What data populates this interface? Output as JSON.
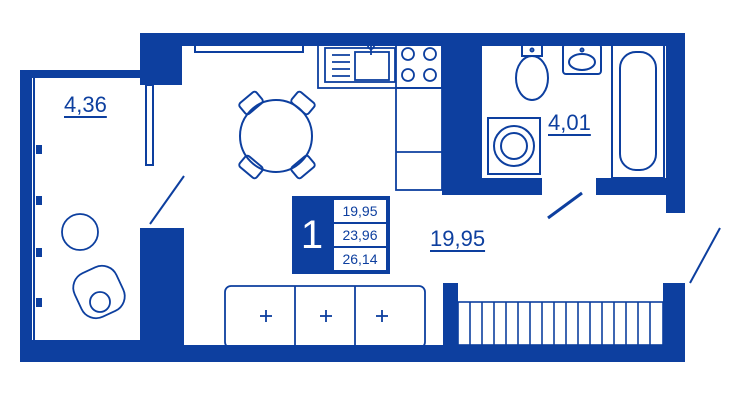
{
  "plan": {
    "total_area": "19,95",
    "room_count": "1",
    "areas": [
      "19,95",
      "23,96",
      "26,14"
    ],
    "loggia_area": "4,36",
    "bathroom_area": "4,01"
  },
  "colors": {
    "wall": "#0d3f9f",
    "background": "#ffffff"
  }
}
